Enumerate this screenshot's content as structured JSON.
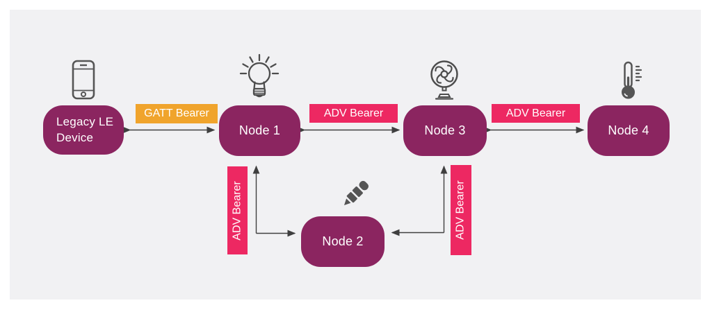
{
  "colors": {
    "background": "#FFFFFF",
    "panel": "#F1F1F3",
    "node_fill": "#8B2560",
    "gatt_label_bg": "#F0A42C",
    "adv_label_bg": "#ED2862",
    "arrow": "#3F3F3F",
    "icon": "#555555",
    "label_text": "#FFFFFF"
  },
  "nodes": {
    "legacy": {
      "label": "Legacy LE Device",
      "icon": "smartphone-icon"
    },
    "node1": {
      "label": "Node 1",
      "icon": "lightbulb-icon"
    },
    "node2": {
      "label": "Node 2",
      "icon": "cfl-bulb-icon"
    },
    "node3": {
      "label": "Node 3",
      "icon": "fan-icon"
    },
    "node4": {
      "label": "Node 4",
      "icon": "thermometer-icon"
    }
  },
  "bearers": {
    "gatt_legacy_node1": {
      "label": "GATT Bearer"
    },
    "adv_node1_node3": {
      "label": "ADV Bearer"
    },
    "adv_node3_node4": {
      "label": "ADV Bearer"
    },
    "adv_node1_node2": {
      "label": "ADV Bearer"
    },
    "adv_node3_node2": {
      "label": "ADV Bearer"
    }
  }
}
